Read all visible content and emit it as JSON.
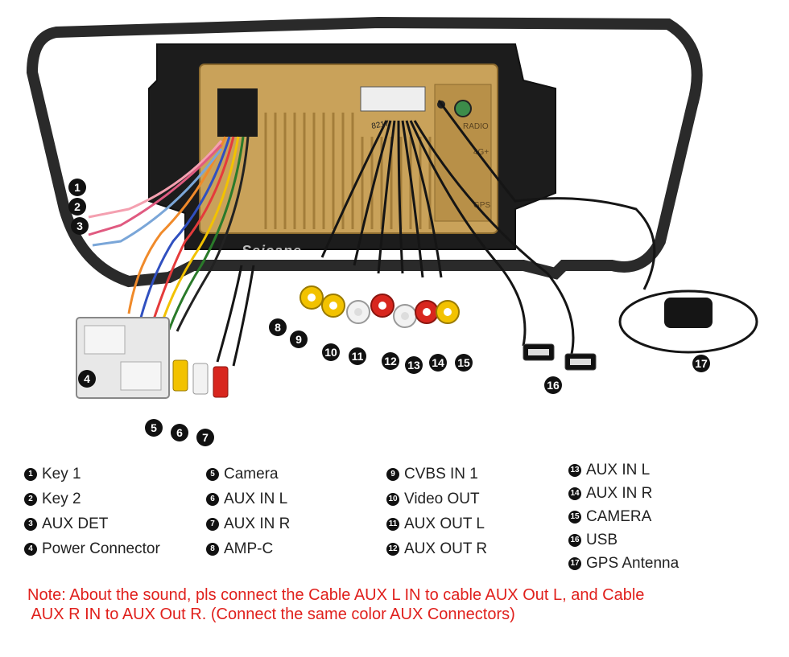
{
  "markers": [
    "1",
    "2",
    "3",
    "4",
    "5",
    "6",
    "7",
    "8",
    "9",
    "10",
    "11",
    "12",
    "13",
    "14",
    "15",
    "16",
    "17"
  ],
  "legend": {
    "col1": [
      {
        "num": "1",
        "label": "Key 1"
      },
      {
        "num": "2",
        "label": "Key 2"
      },
      {
        "num": "3",
        "label": "AUX DET"
      },
      {
        "num": "4",
        "label": "Power Connector"
      }
    ],
    "col2": [
      {
        "num": "5",
        "label": "Camera"
      },
      {
        "num": "6",
        "label": "AUX IN L"
      },
      {
        "num": "7",
        "label": "AUX IN R"
      },
      {
        "num": "8",
        "label": "AMP-C"
      }
    ],
    "col3": [
      {
        "num": "9",
        "label": "CVBS IN 1"
      },
      {
        "num": "10",
        "label": "Video OUT"
      },
      {
        "num": "11",
        "label": "AUX OUT L"
      },
      {
        "num": "12",
        "label": "AUX OUT R"
      }
    ],
    "col4": [
      {
        "num": "13",
        "label": "AUX IN L"
      },
      {
        "num": "14",
        "label": "AUX IN R"
      },
      {
        "num": "15",
        "label": "CAMERA"
      },
      {
        "num": "16",
        "label": "USB"
      },
      {
        "num": "17",
        "label": "GPS Antenna"
      }
    ]
  },
  "note": {
    "line1": "Note: About the sound, pls connect the Cable AUX L IN to cable AUX Out L, and Cable",
    "line2": " AUX R IN to AUX Out R. (Connect the same color AUX Connectors)"
  },
  "watermark": "Seicane",
  "unit_labels": {
    "radio": "RADIO",
    "fourg": "4G+",
    "gps": "GPS",
    "cable_tag": "8217"
  },
  "colors": {
    "note_red": "#e0201c",
    "frame": "#2a2a2a",
    "unit_gold": "#c9a25a",
    "rca_yellow": "#f2c200",
    "rca_white": "#f2f2f2",
    "rca_red": "#d8261e"
  }
}
